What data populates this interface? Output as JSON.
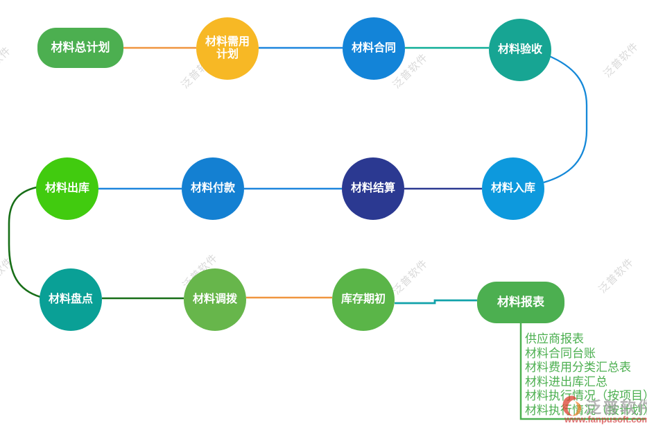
{
  "watermark": {
    "text": "泛普软件"
  },
  "brand": {
    "name": "泛普软件",
    "url": "www.fanpusoft.com"
  },
  "colors": {
    "node_green": "#4caf50",
    "node_yellow": "#f7b825",
    "node_blue": "#1384d8",
    "node_teal": "#17a593",
    "node_vivid_green": "#41cb0f",
    "node_blue2": "#1480d2",
    "node_navy": "#2b3991",
    "node_cyan_blue": "#0d99dd",
    "node_teal2": "#0aa096",
    "node_mid_green": "#67b64b",
    "node_mid_green2": "#5ab548",
    "wire_orange": "#f0953f",
    "wire_blue": "#1d86dd",
    "wire_teal": "#0fae98",
    "wire_curve_blue": "#1488d8",
    "wire_navy": "#2b3991",
    "wire_dark_green": "#176e17",
    "wire_teal_cyan": "#12a2aa",
    "wire_green": "#4caf50",
    "list_text_green": "#4caf50"
  },
  "nodes": [
    {
      "label": "材料总计划"
    },
    {
      "label": "材料需用\n计划"
    },
    {
      "label": "材料合同"
    },
    {
      "label": "材料验收"
    },
    {
      "label": "材料出库"
    },
    {
      "label": "材料付款"
    },
    {
      "label": "材料结算"
    },
    {
      "label": "材料入库"
    },
    {
      "label": "材料盘点"
    },
    {
      "label": "材料调拨"
    },
    {
      "label": "库存期初"
    },
    {
      "label": "材料报表"
    }
  ],
  "report_list": {
    "items": [
      "供应商报表",
      "材料合同台账",
      "材料费用分类汇总表",
      "材料进出库汇总",
      "材料执行情况（按项目）",
      "材料执行情况（按计划）"
    ]
  }
}
